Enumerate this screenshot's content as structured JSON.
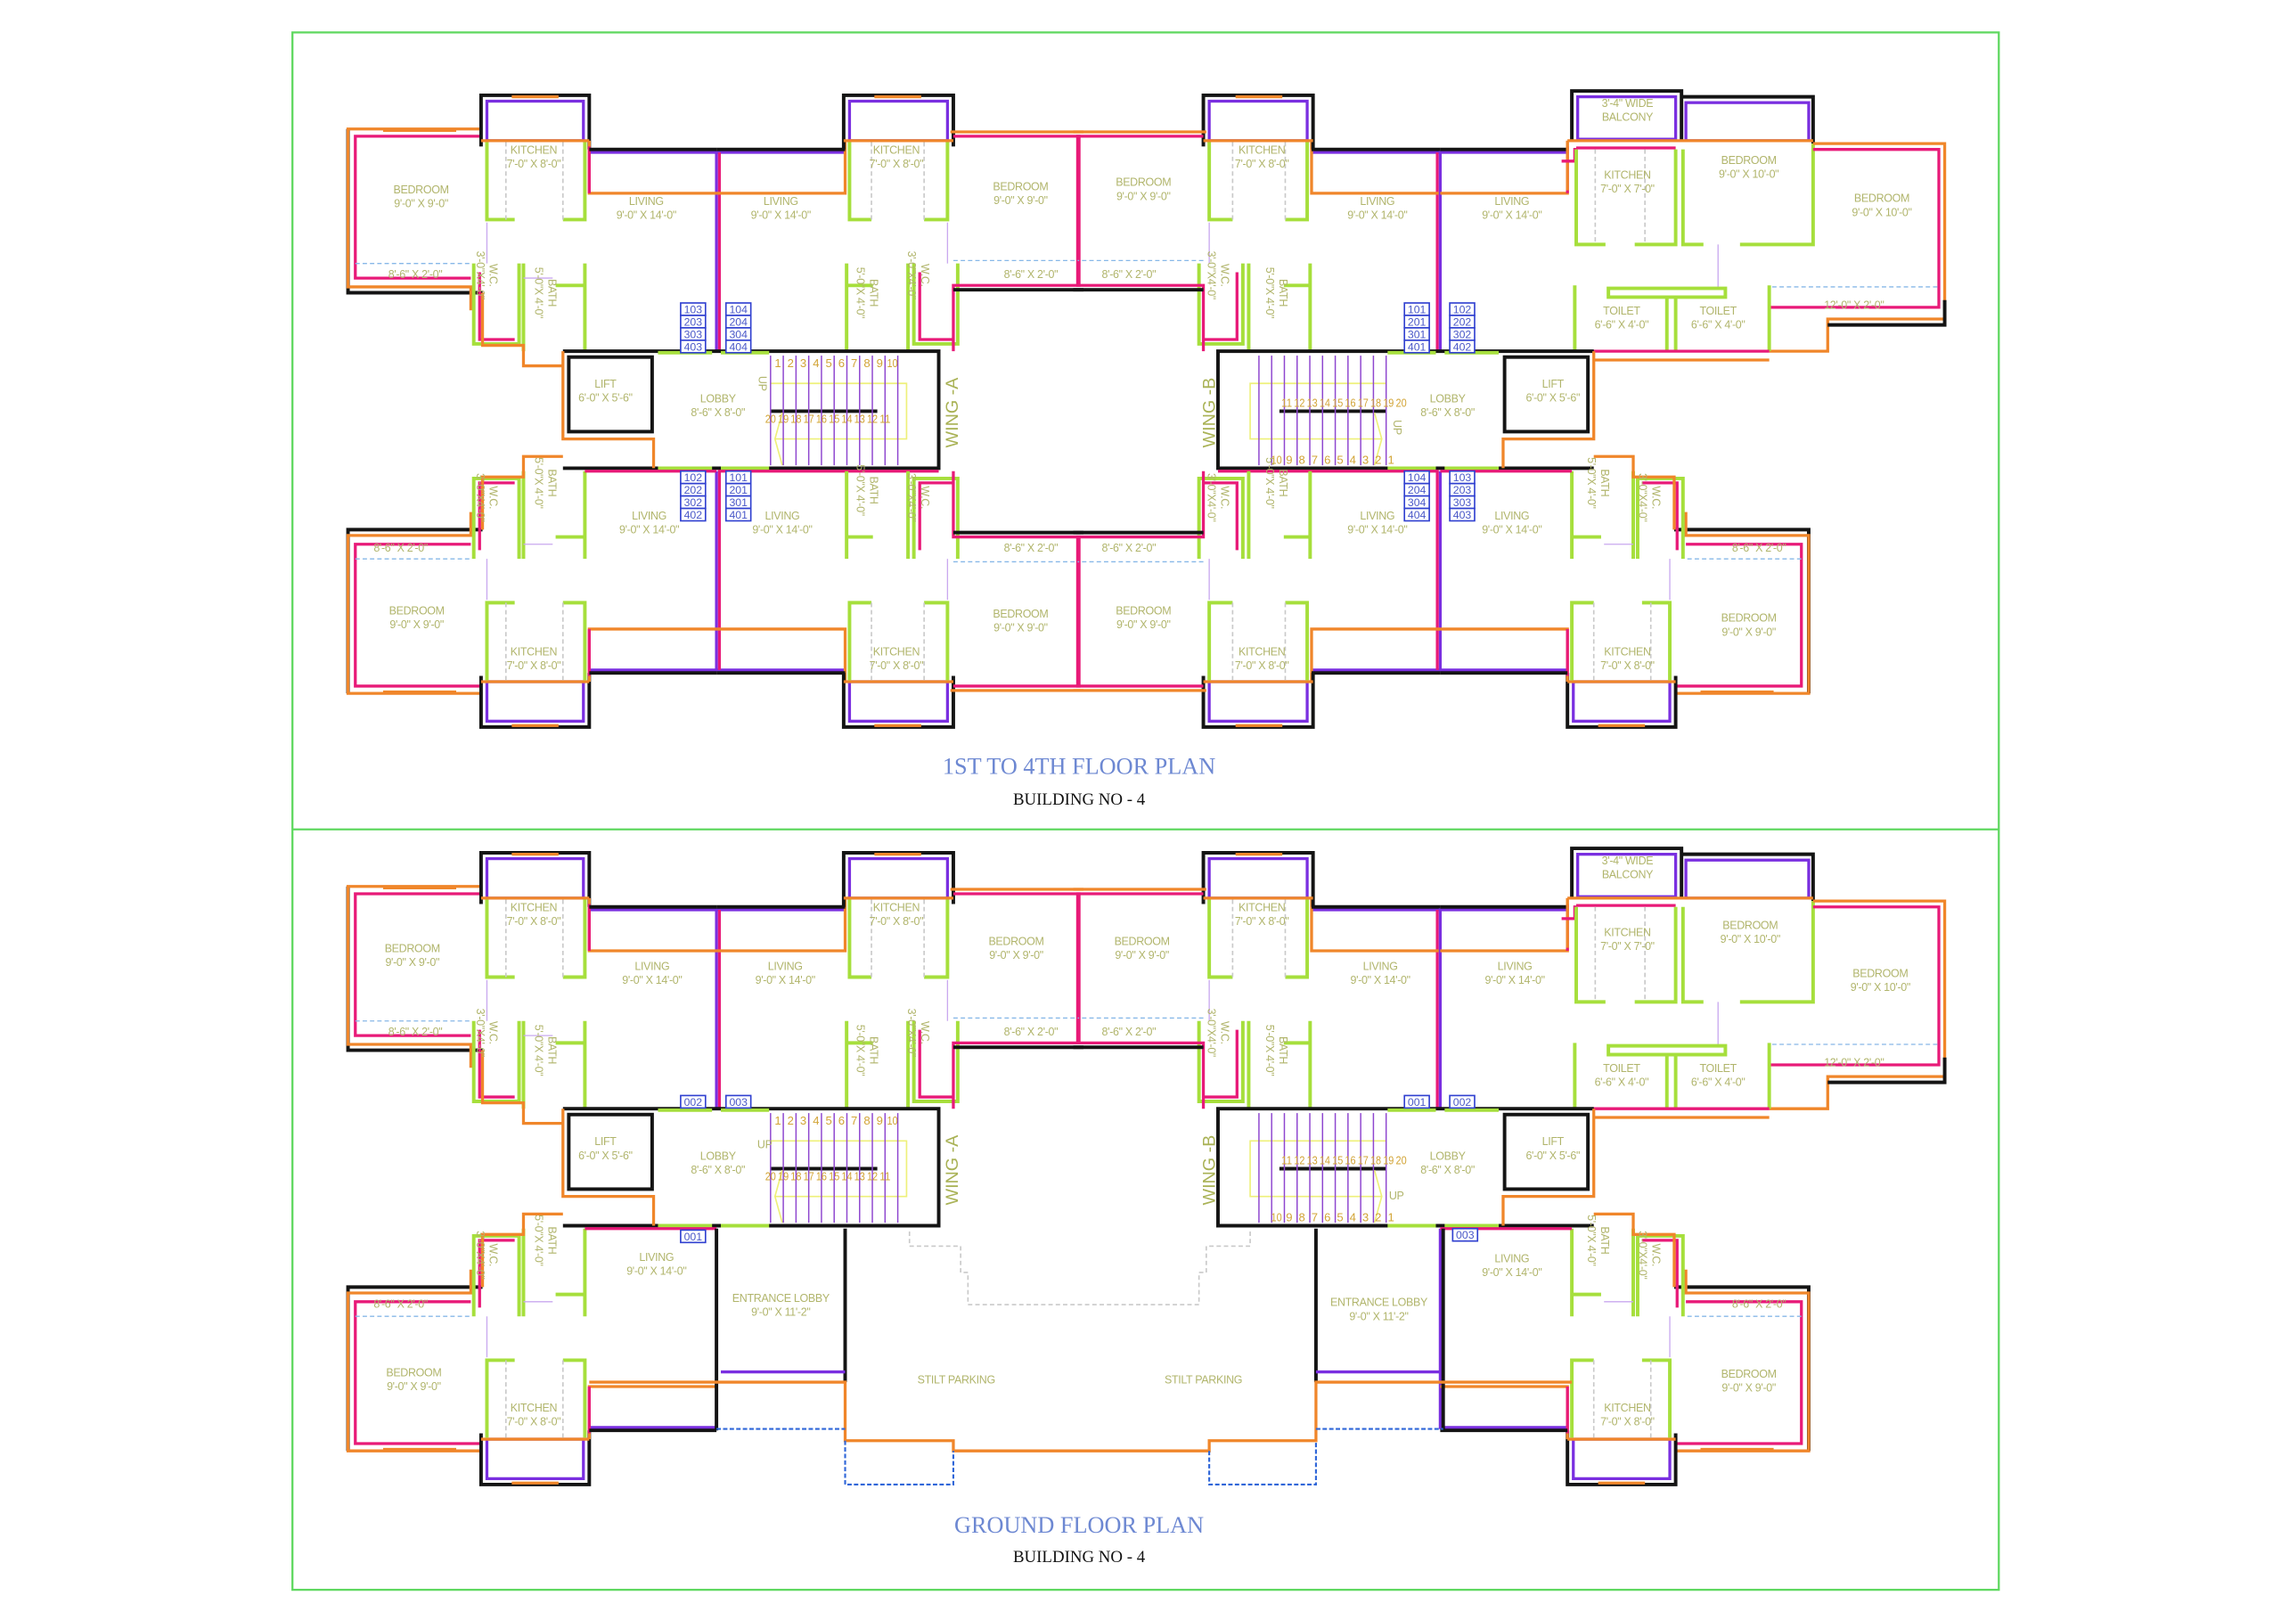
{
  "first_floor": {
    "title": "1ST  TO  4TH FLOOR PLAN",
    "subtitle": "BUILDING NO - 4",
    "rooms": [
      {
        "name": "BEDROOM",
        "size": "9'-0\" X 9'-0\""
      },
      {
        "name": "KITCHEN",
        "size": "7'-0\" X 8'-0\""
      },
      {
        "name": "LIVING",
        "size": "9'-0\" X 14'-0\""
      },
      {
        "name": "LIVING",
        "size": "9'-0\" X 14'-0\""
      },
      {
        "name": "KITCHEN",
        "size": "7'-0\" X 8'-0\""
      },
      {
        "name": "BEDROOM",
        "size": "9'-0\" X 9'-0\""
      },
      {
        "name": "BEDROOM",
        "size": "9'-0\" X 9'-0\""
      },
      {
        "name": "KITCHEN",
        "size": "7'-0\" X 8'-0\""
      },
      {
        "name": "LIVING",
        "size": "9'-0\" X 14'-0\""
      },
      {
        "name": "LIVING",
        "size": "9'-0\" X 14'-0\""
      },
      {
        "name": "3'-4\" WIDE",
        "size": "BALCONY"
      },
      {
        "name": "KITCHEN",
        "size": "7'-0\" X 7'-0\""
      },
      {
        "name": "BEDROOM",
        "size": "9'-0\" X 10'-0\""
      },
      {
        "name": "BEDROOM",
        "size": "9'-0\" X 10'-0\""
      },
      {
        "name": "TOILET",
        "size": "6'-6\" X 4'-0\""
      },
      {
        "name": "TOILET",
        "size": "6'-6\" X 4'-0\""
      },
      {
        "name": "LIFT",
        "size": "6'-0\" X 5'-6\""
      },
      {
        "name": "LOBBY",
        "size": "8'-6\" X 8'-0\""
      },
      {
        "name": "LOBBY",
        "size": "8'-6\" X 8'-0\""
      },
      {
        "name": "LIFT",
        "size": "6'-0\" X 5'-6\""
      },
      {
        "name": "BEDROOM",
        "size": "9'-0\" X 9'-0\""
      },
      {
        "name": "KITCHEN",
        "size": "7'-0\" X 8'-0\""
      },
      {
        "name": "LIVING",
        "size": "9'-0\" X 14'-0\""
      },
      {
        "name": "LIVING",
        "size": "9'-0\" X 14'-0\""
      },
      {
        "name": "KITCHEN",
        "size": "7'-0\" X 8'-0\""
      },
      {
        "name": "BEDROOM",
        "size": "9'-0\" X 9'-0\""
      },
      {
        "name": "BEDROOM",
        "size": "9'-0\" X 9'-0\""
      },
      {
        "name": "KITCHEN",
        "size": "7'-0\" X 8'-0\""
      },
      {
        "name": "LIVING",
        "size": "9'-0\" X 14'-0\""
      },
      {
        "name": "LIVING",
        "size": "9'-0\" X 14'-0\""
      },
      {
        "name": "KITCHEN",
        "size": "7'-0\" X 8'-0\""
      },
      {
        "name": "BEDROOM",
        "size": "9'-0\" X 9'-0\""
      }
    ],
    "wet": [
      {
        "name": "W.C.",
        "size": "3'-0\"X4'-0\""
      },
      {
        "name": "W.C.",
        "size": "3'-0\"X4'-0\""
      },
      {
        "name": "W.C.",
        "size": "3'-0\"X4'-0\""
      },
      {
        "name": "BATH",
        "size": "5'-0\"X 4'-0\""
      },
      {
        "name": "BATH",
        "size": "5'-0\"X 4'-0\""
      },
      {
        "name": "BATH",
        "size": "5'-0\"X 4'-0\""
      },
      {
        "name": "W.C.",
        "size": "3'-0\"X4'-0\""
      },
      {
        "name": "W.C.",
        "size": "3'-0\"X4'-0\""
      },
      {
        "name": "W.C.",
        "size": "3'-0\"X4'-0\""
      },
      {
        "name": "W.C.",
        "size": "3'-0\"X4'-0\""
      },
      {
        "name": "BATH",
        "size": "5'-0\"X 4'-0\""
      },
      {
        "name": "BATH",
        "size": "5'-0\"X 4'-0\""
      },
      {
        "name": "BATH",
        "size": "5'-0\"X 4'-0\""
      },
      {
        "name": "BATH",
        "size": "5'-0\"X 4'-0\""
      }
    ],
    "dims": [
      "8'-6\" X 2'-0\"",
      "8'-6\" X 2'-0\"",
      "8'-6\" X 2'-0\"",
      "12'-0\" X 2'-0\"",
      "8'-6\" X 2'-0\"",
      "8'-6\" X 2'-0\"",
      "8'-6\" X 2'-0\"",
      "8'-6\" X 2'-0\""
    ],
    "units": [
      [
        "103",
        "203",
        "303",
        "403"
      ],
      [
        "104",
        "204",
        "304",
        "404"
      ],
      [
        "101",
        "201",
        "301",
        "401"
      ],
      [
        "102",
        "202",
        "302",
        "402"
      ],
      [
        "102",
        "202",
        "302",
        "402"
      ],
      [
        "101",
        "201",
        "301",
        "401"
      ],
      [
        "104",
        "204",
        "304",
        "404"
      ],
      [
        "103",
        "203",
        "303",
        "403"
      ]
    ],
    "wings": [
      "WING -A",
      "WING -B"
    ],
    "up": [
      "UP",
      "UP"
    ]
  },
  "ground_floor": {
    "title": "GROUND FLOOR PLAN",
    "subtitle": "BUILDING NO - 4",
    "rooms": [
      {
        "name": "BEDROOM",
        "size": "9'-0\" X 9'-0\""
      },
      {
        "name": "KITCHEN",
        "size": "7'-0\" X 8'-0\""
      },
      {
        "name": "LIVING",
        "size": "9'-0\" X 14'-0\""
      },
      {
        "name": "LIVING",
        "size": "9'-0\" X 14'-0\""
      },
      {
        "name": "KITCHEN",
        "size": "7'-0\" X 8'-0\""
      },
      {
        "name": "BEDROOM",
        "size": "9'-0\" X 9'-0\""
      },
      {
        "name": "BEDROOM",
        "size": "9'-0\" X 9'-0\""
      },
      {
        "name": "KITCHEN",
        "size": "7'-0\" X 8'-0\""
      },
      {
        "name": "LIVING",
        "size": "9'-0\" X 14'-0\""
      },
      {
        "name": "LIVING",
        "size": "9'-0\" X 14'-0\""
      },
      {
        "name": "3'-4\" WIDE",
        "size": "BALCONY"
      },
      {
        "name": "KITCHEN",
        "size": "7'-0\" X 7'-0\""
      },
      {
        "name": "BEDROOM",
        "size": "9'-0\" X 10'-0\""
      },
      {
        "name": "BEDROOM",
        "size": "9'-0\" X 10'-0\""
      },
      {
        "name": "TOILET",
        "size": "6'-6\" X 4'-0\""
      },
      {
        "name": "TOILET",
        "size": "6'-6\" X 4'-0\""
      },
      {
        "name": "LIFT",
        "size": "6'-0\" X 5'-6\""
      },
      {
        "name": "LOBBY",
        "size": "8'-6\" X 8'-0\""
      },
      {
        "name": "LOBBY",
        "size": "8'-6\" X 8'-0\""
      },
      {
        "name": "LIFT",
        "size": "6'-0\" X 5'-6\""
      },
      {
        "name": "LIVING",
        "size": "9'-0\" X 14'-0\""
      },
      {
        "name": "BEDROOM",
        "size": "9'-0\" X 9'-0\""
      },
      {
        "name": "KITCHEN",
        "size": "7'-0\" X 8'-0\""
      },
      {
        "name": "ENTRANCE LOBBY",
        "size": "9'-0\" X 11'-2\""
      },
      {
        "name": "STILT PARKING",
        "size": ""
      },
      {
        "name": "STILT PARKING",
        "size": ""
      },
      {
        "name": "ENTRANCE LOBBY",
        "size": "9'-0\" X 11'-2\""
      },
      {
        "name": "LIVING",
        "size": "9'-0\" X 14'-0\""
      },
      {
        "name": "KITCHEN",
        "size": "7'-0\" X 8'-0\""
      },
      {
        "name": "BEDROOM",
        "size": "9'-0\" X 9'-0\""
      }
    ],
    "wet": [
      {
        "name": "W.C.",
        "size": "3'-0\"X4'-0\""
      },
      {
        "name": "W.C.",
        "size": "3'-0\"X4'-0\""
      },
      {
        "name": "W.C.",
        "size": "3'-0\"X4'-0\""
      },
      {
        "name": "BATH",
        "size": "5'-0\"X 4'-0\""
      },
      {
        "name": "BATH",
        "size": "5'-0\"X 4'-0\""
      },
      {
        "name": "BATH",
        "size": "5'-0\"X 4'-0\""
      },
      {
        "name": "W.C.",
        "size": "3'-0\"X4'-0\""
      },
      {
        "name": "W.C.",
        "size": "3'-0\"X4'-0\""
      },
      {
        "name": "BATH",
        "size": "5'-0\"X 4'-0\""
      },
      {
        "name": "BATH",
        "size": "5'-0\"X 4'-0\""
      }
    ],
    "dims": [
      "8'-6\" X 2'-0\"",
      "8'-6\" X 2'-0\"",
      "8'-6\" X 2'-0\"",
      "12'-0\" X 2'-0\"",
      "8'-6\" X 2'-0\"",
      "8'-6\" X 2'-0\""
    ],
    "units": [
      [
        "002"
      ],
      [
        "003"
      ],
      [
        "001"
      ],
      [
        "001"
      ],
      [
        "002"
      ],
      [
        "003"
      ]
    ],
    "wings": [
      "WING -A",
      "WING -B"
    ],
    "up": [
      "UP",
      "UP"
    ]
  },
  "stairs": {
    "wing_a_row1": [
      "1",
      "2",
      "3",
      "4",
      "5",
      "6",
      "7",
      "8",
      "9",
      "10"
    ],
    "wing_a_row2": [
      "20",
      "19",
      "18",
      "17",
      "16",
      "15",
      "14",
      "13",
      "12",
      "11"
    ],
    "wing_b_row1": [
      "11",
      "12",
      "13",
      "14",
      "15",
      "16",
      "17",
      "18",
      "19",
      "20"
    ],
    "wing_b_row2": [
      "10",
      "9",
      "8",
      "7",
      "6",
      "5",
      "4",
      "3",
      "2",
      "1"
    ]
  }
}
